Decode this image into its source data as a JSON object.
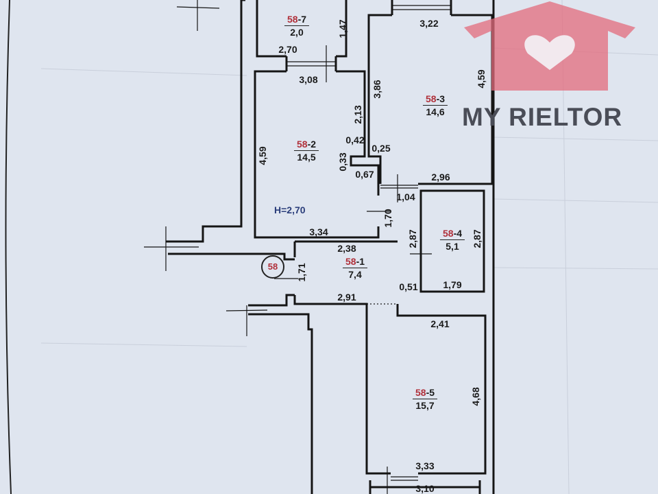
{
  "watermark": {
    "text": "MY RIELTOR",
    "color": "#e36b7c",
    "icon": "house-heart-icon"
  },
  "apartment_number": "58",
  "ceiling_height": "H=2,70",
  "rooms": [
    {
      "id_prefix": "58",
      "id_suffix": "-7",
      "area": "2,0"
    },
    {
      "id_prefix": "58",
      "id_suffix": "-3",
      "area": "14,6"
    },
    {
      "id_prefix": "58",
      "id_suffix": "-2",
      "area": "14,5"
    },
    {
      "id_prefix": "58",
      "id_suffix": "-1",
      "area": "7,4"
    },
    {
      "id_prefix": "58",
      "id_suffix": "-4",
      "area": "5,1"
    },
    {
      "id_prefix": "58",
      "id_suffix": "-5",
      "area": "15,7"
    }
  ],
  "dimensions": [
    "2,70",
    "1,47",
    "3,08",
    "3,22",
    "3,86",
    "4,59",
    "2,13",
    "4,59",
    "0,42",
    "0,25",
    "0,33",
    "0,67",
    "2,96",
    "1,04",
    "1,70",
    "3,34",
    "2,38",
    "2,87",
    "2,87",
    "1,71",
    "0,51",
    "1,79",
    "2,91",
    "2,41",
    "4,68",
    "3,33",
    "3,10"
  ]
}
